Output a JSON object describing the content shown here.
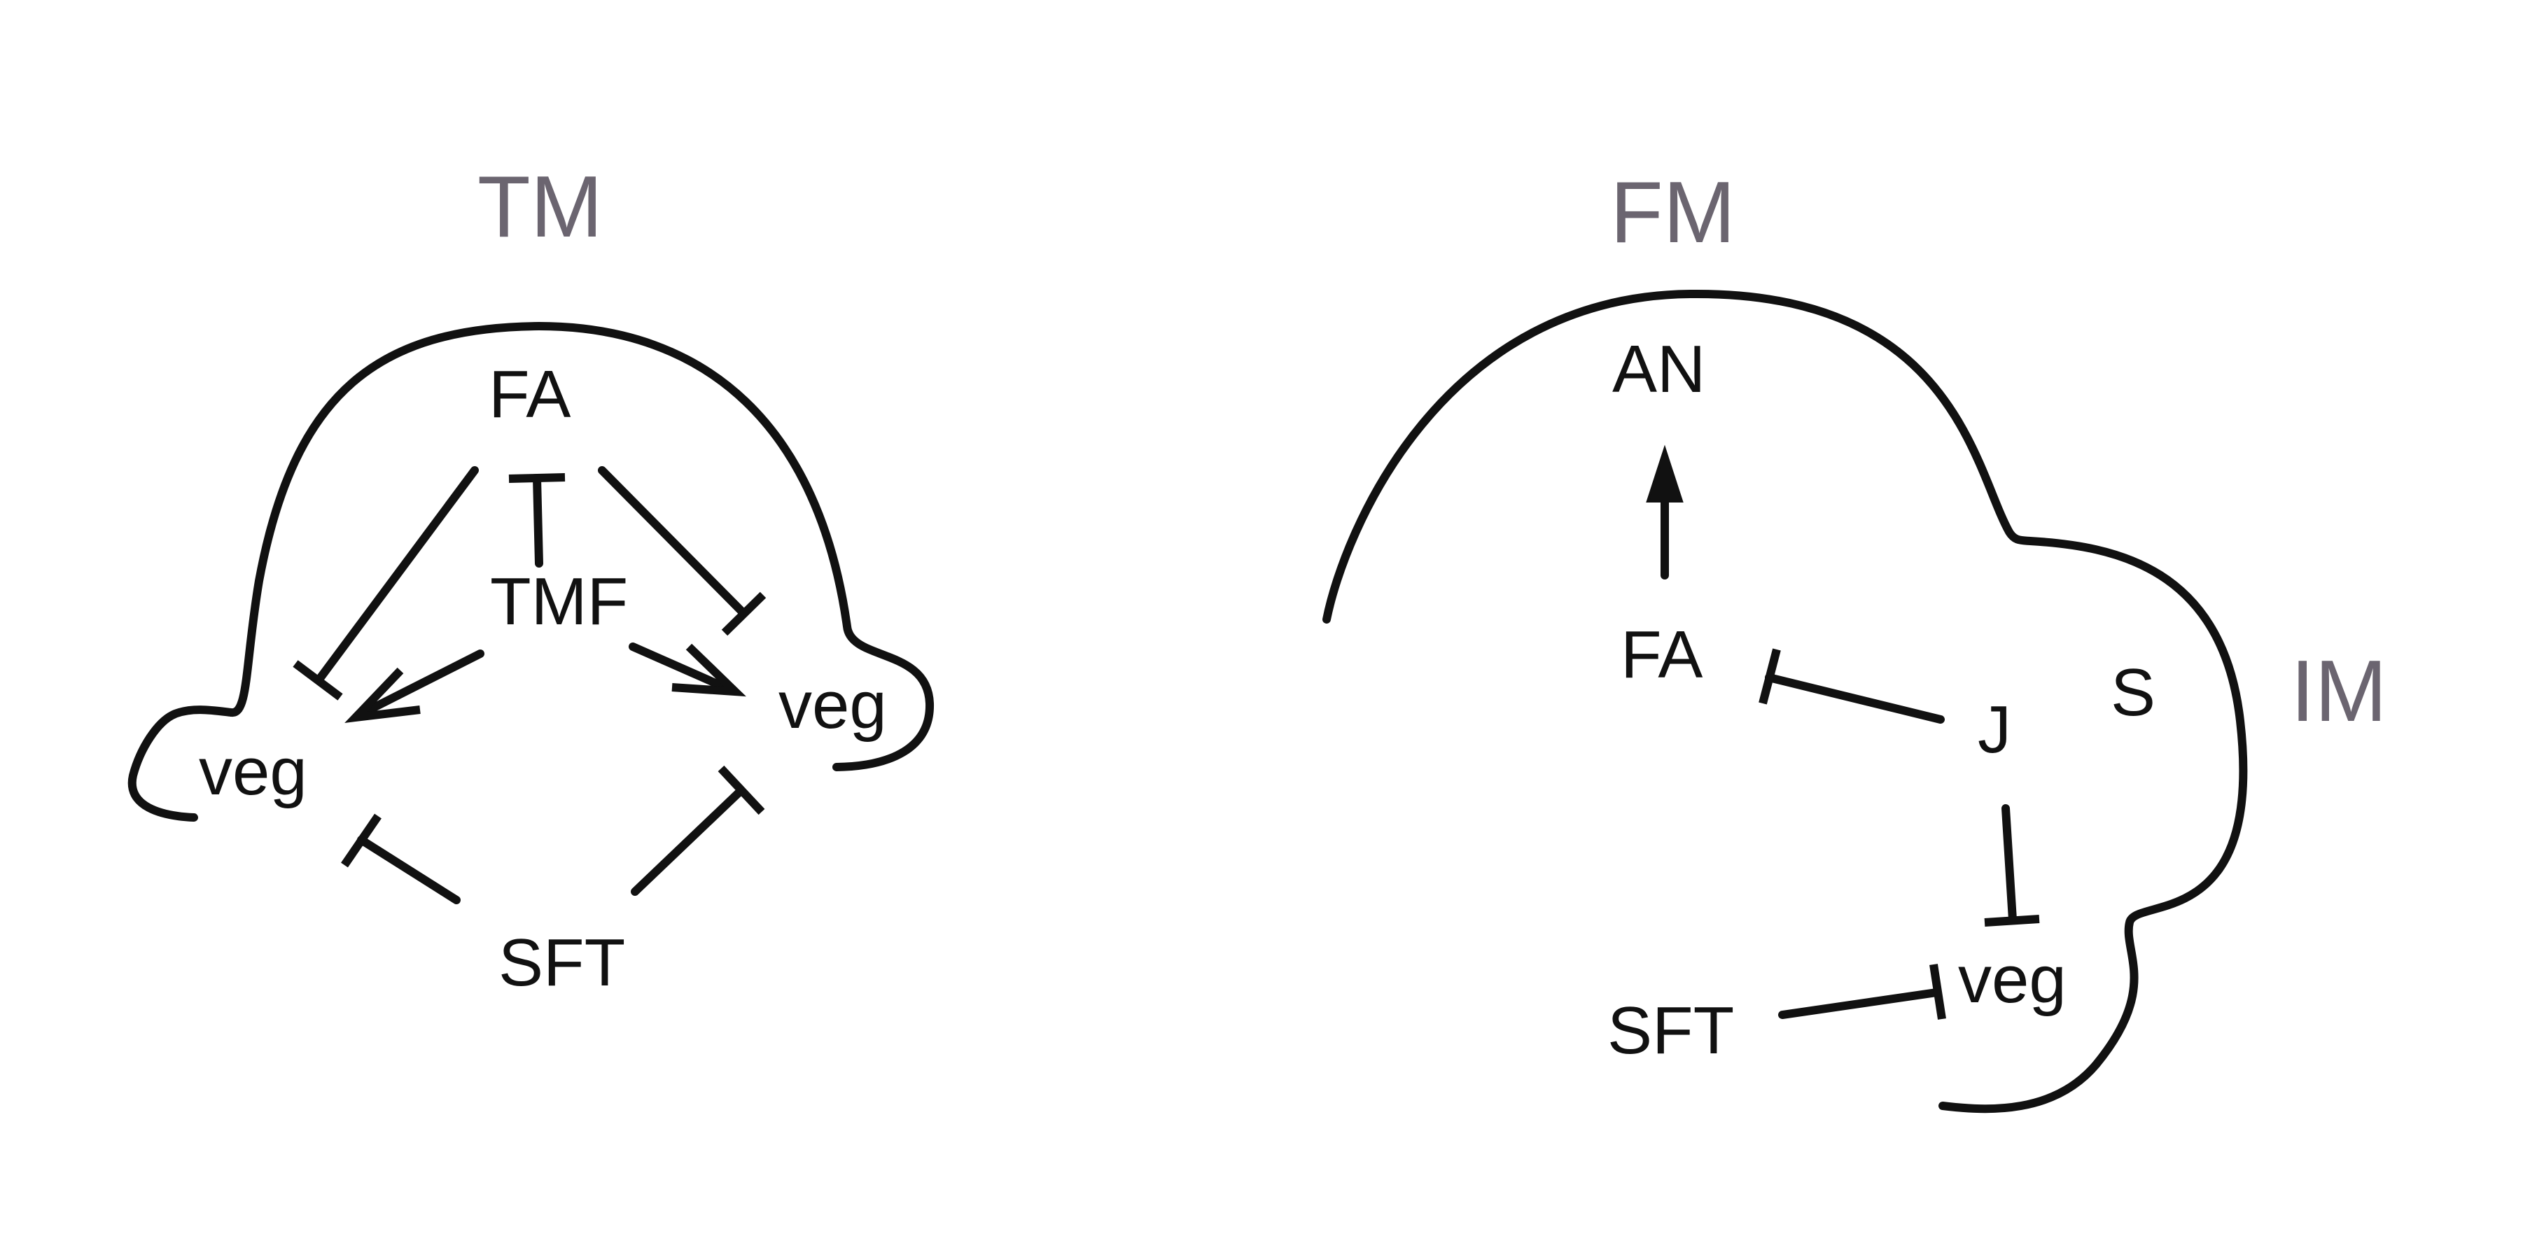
{
  "colors": {
    "ink": "#111111",
    "region_label": "#6b6570",
    "background": "#ffffff"
  },
  "left_diagram": {
    "region_label": "TM",
    "nodes": {
      "fa": "FA",
      "tmf": "TMF",
      "veg_left": "veg",
      "veg_right": "veg",
      "sft": "SFT"
    }
  },
  "right_diagram": {
    "region_label_fm": "FM",
    "region_label_im": "IM",
    "nodes": {
      "an": "AN",
      "fa": "FA",
      "j": "J",
      "s": "S",
      "veg": "veg",
      "sft": "SFT"
    }
  }
}
